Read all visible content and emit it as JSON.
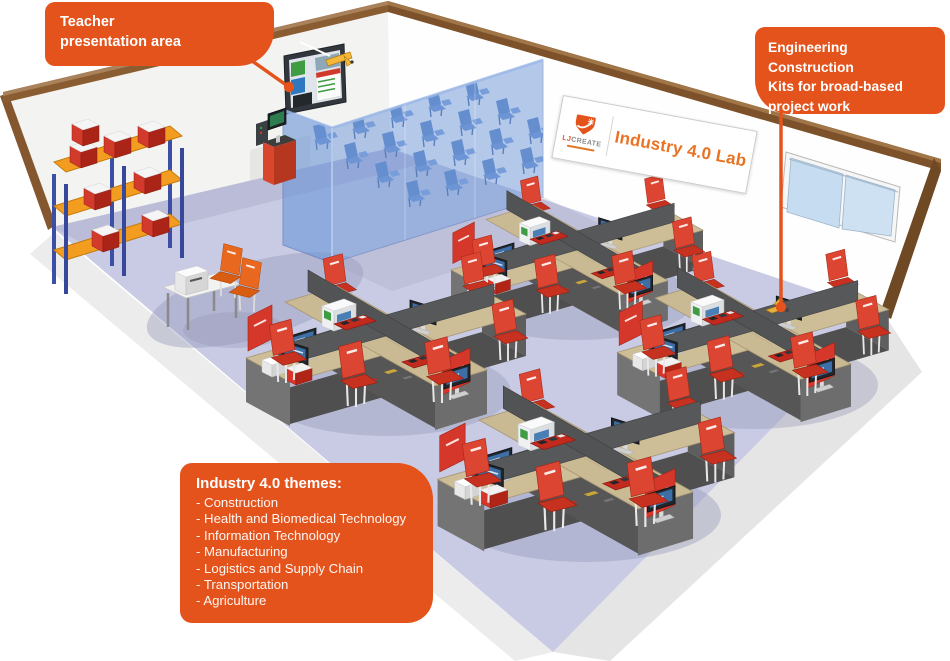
{
  "callouts": {
    "teacher": {
      "lines": [
        "Teacher",
        "presentation area"
      ]
    },
    "kits": {
      "lines": [
        "Engineering Construction",
        "Kits for broad-based",
        "project work"
      ]
    },
    "themes": {
      "title": "Industry 4.0 themes:",
      "items": [
        "- Construction",
        "- Health and Biomedical Technology",
        "- Information Technology",
        "- Manufacturing",
        "- Logistics and Supply Chain",
        "- Transportation",
        "- Agriculture"
      ]
    }
  },
  "sign": {
    "logo_lj": "LJ",
    "logo_create": "CREATE",
    "label": "Industry 4.0 Lab"
  },
  "colors": {
    "accent_orange": "#E4531B",
    "floor_lavender": "#C9CBE4",
    "glass_blue": "#6D96D8",
    "chair_red": "#D5382B",
    "desk_wood": "#CDBE98",
    "shelf_orange": "#F29D1F",
    "shelf_post_blue": "#3D4FA4",
    "wall_trim_brown": "#84572E"
  }
}
